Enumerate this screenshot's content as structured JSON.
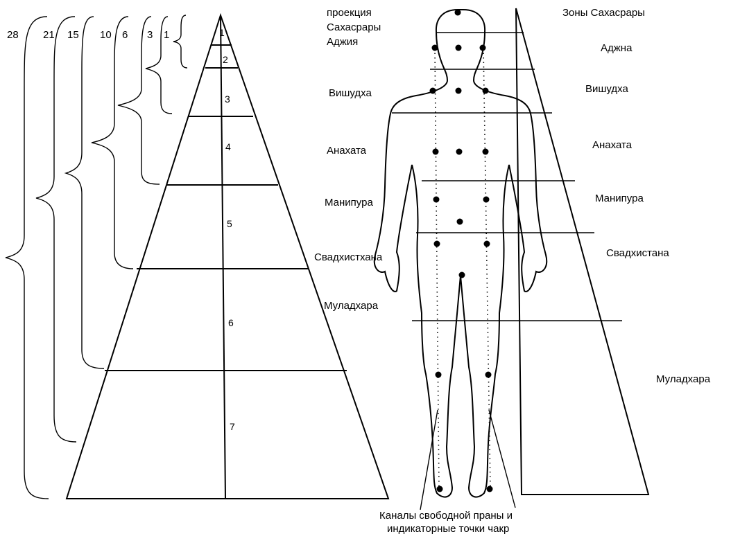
{
  "pyramid": {
    "levels": [
      "1",
      "2",
      "3",
      "4",
      "5",
      "6",
      "7"
    ]
  },
  "braces": [
    "28",
    "21",
    "15",
    "10",
    "6",
    "3",
    "1"
  ],
  "body_labels": {
    "top": [
      "проекция",
      "Сахасрары",
      "Аджия"
    ],
    "chakras": [
      "Вишудха",
      "Анахата",
      "Манипура",
      "Свадхистхана",
      "Муладхара"
    ]
  },
  "zones": {
    "title": "Зоны Сахасрары",
    "labels": [
      "Аджна",
      "Вишудха",
      "Анахата",
      "Манипура",
      "Свадхистана",
      "Муладхара"
    ]
  },
  "caption": [
    "Каналы свободной праны и",
    "индикаторные точки чакр"
  ]
}
